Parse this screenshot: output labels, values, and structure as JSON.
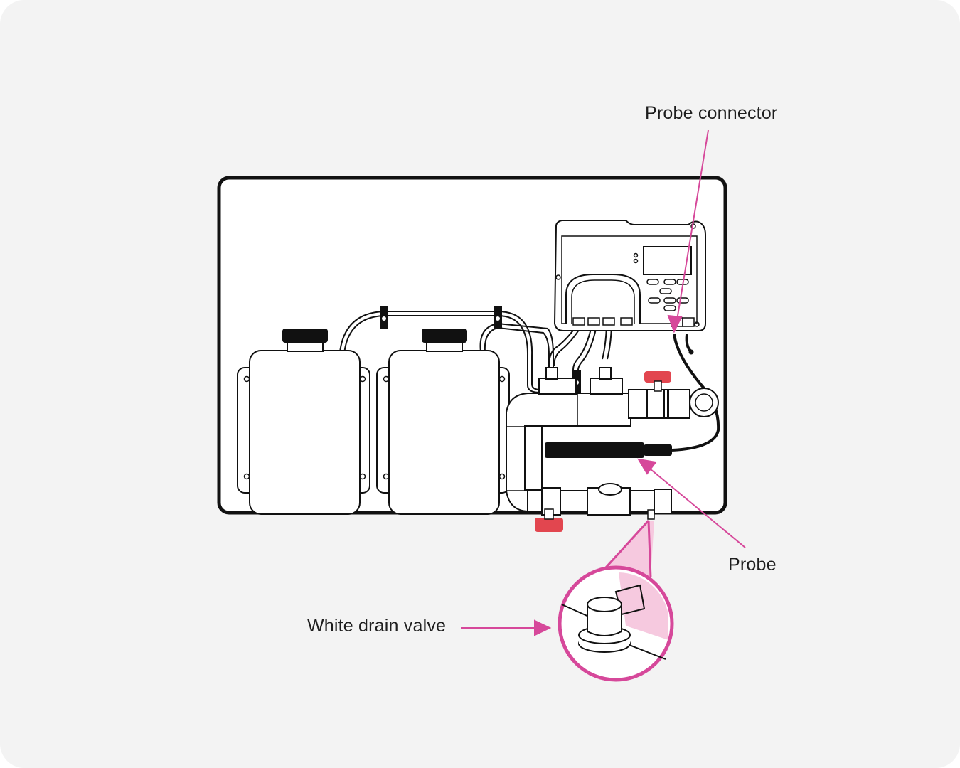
{
  "diagram": {
    "labels": {
      "probe_connector": "Probe connector",
      "probe": "Probe",
      "white_drain_valve": "White drain valve"
    },
    "colors": {
      "background": "#f3f3f3",
      "outline": "#111111",
      "accent_pink": "#d6489a",
      "pink_fill": "#f6c9df",
      "valve_red": "#e2464f",
      "probe_black": "#111111"
    }
  }
}
